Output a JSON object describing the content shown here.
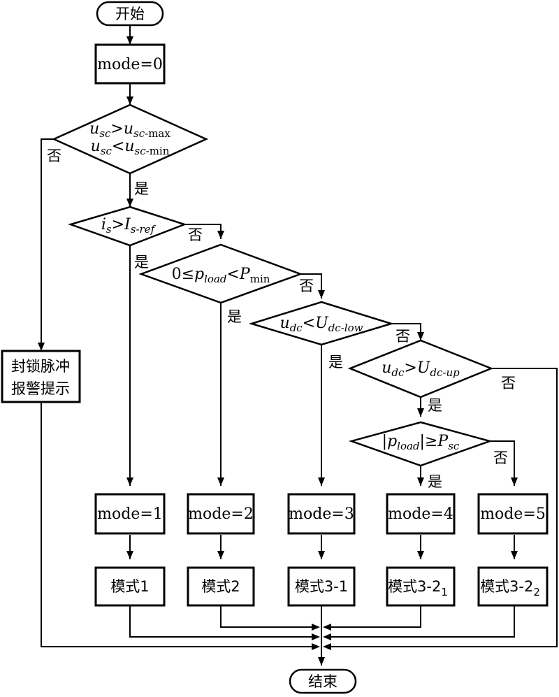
{
  "nodes": {
    "start": "开始",
    "end": "结束",
    "mode0": "mode=0",
    "mode1": "mode=1",
    "mode2": "mode=2",
    "mode3": "mode=3",
    "mode4": "mode=4",
    "mode5": "mode=5",
    "alarm_line1": "封锁脉冲",
    "alarm_line2": "报警提示",
    "pattern1": "模式1",
    "pattern2": "模式2",
    "pattern3_1": "模式3-1",
    "pattern3_2a_base": "模式3-2",
    "pattern3_2a_sub": "1",
    "pattern3_2b_base": "模式3-2",
    "pattern3_2b_sub": "2"
  },
  "decisions": {
    "d1": {
      "line1": {
        "u": "u",
        "sub1": "sc",
        "op": ">",
        "u2": "u",
        "sub2": "sc",
        "rest": "-max"
      },
      "line2": {
        "u": "u",
        "sub1": "sc",
        "op": "<",
        "u2": "u",
        "sub2": "sc",
        "rest": "-min"
      }
    },
    "d2": {
      "a": "i",
      "asub": "s",
      "op": ">",
      "b": "I",
      "bsub": "s-ref"
    },
    "d3": {
      "pre": "0≤",
      "a": "p",
      "asub": "load",
      "op": "<",
      "b": "P",
      "bsub": "min"
    },
    "d4": {
      "a": "u",
      "asub": "dc",
      "op": "<",
      "b": "U",
      "bsub": "dc-low"
    },
    "d5": {
      "a": "u",
      "asub": "dc",
      "op": ">",
      "b": "U",
      "bsub": "dc-up"
    },
    "d6": {
      "bar": "|",
      "a": "p",
      "asub": "load",
      "bar2": "|",
      "op": "≥",
      "b": "P",
      "bsub": "sc"
    }
  },
  "labels": {
    "yes": "是",
    "no": "否"
  }
}
